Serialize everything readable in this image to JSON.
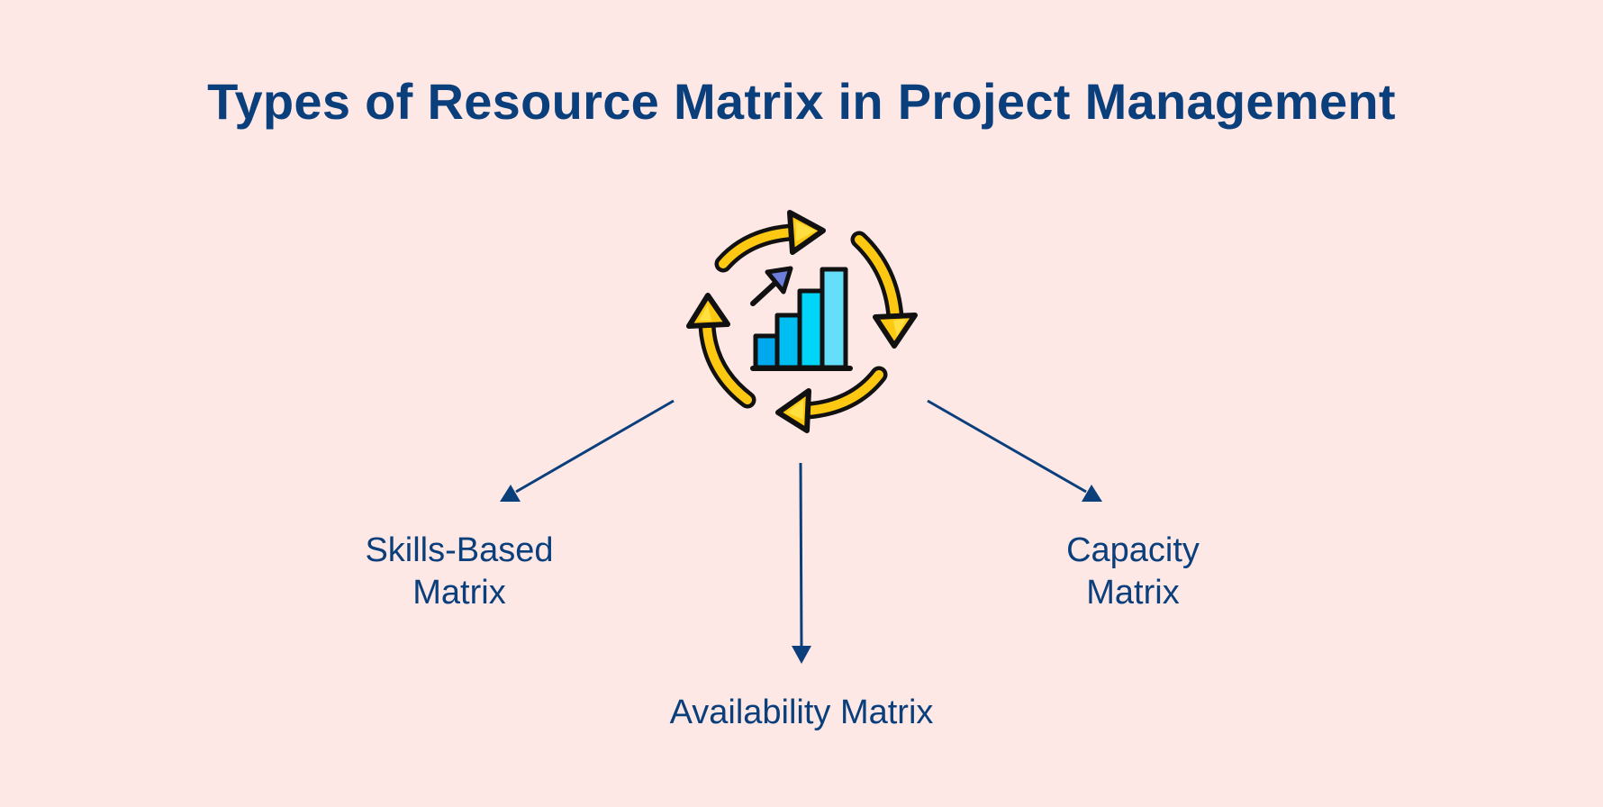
{
  "title": "Types of Resource Matrix in Project Management",
  "center_icon": {
    "name": "cycle-growth-chart-icon",
    "description": "bar chart with upward arrow surrounded by four circular yellow arrows",
    "colors": {
      "arrows": "#fcc812",
      "arrow_highlight": "#ffe040",
      "outline": "#111111",
      "bars": [
        "#00a9ee",
        "#00bdf2",
        "#00d4f7",
        "#64def9"
      ],
      "trend_arrow": "#6c7ddc"
    }
  },
  "branches": [
    {
      "id": "skills",
      "line1": "Skills-Based",
      "line2": "Matrix",
      "direction": "down-left"
    },
    {
      "id": "availability",
      "line1": "Availability Matrix",
      "direction": "down"
    },
    {
      "id": "capacity",
      "line1": "Capacity",
      "line2": "Matrix",
      "direction": "down-right"
    }
  ],
  "colors": {
    "background": "#fde8e6",
    "text": "#0b3f7c",
    "connector": "#0b3f7c"
  }
}
